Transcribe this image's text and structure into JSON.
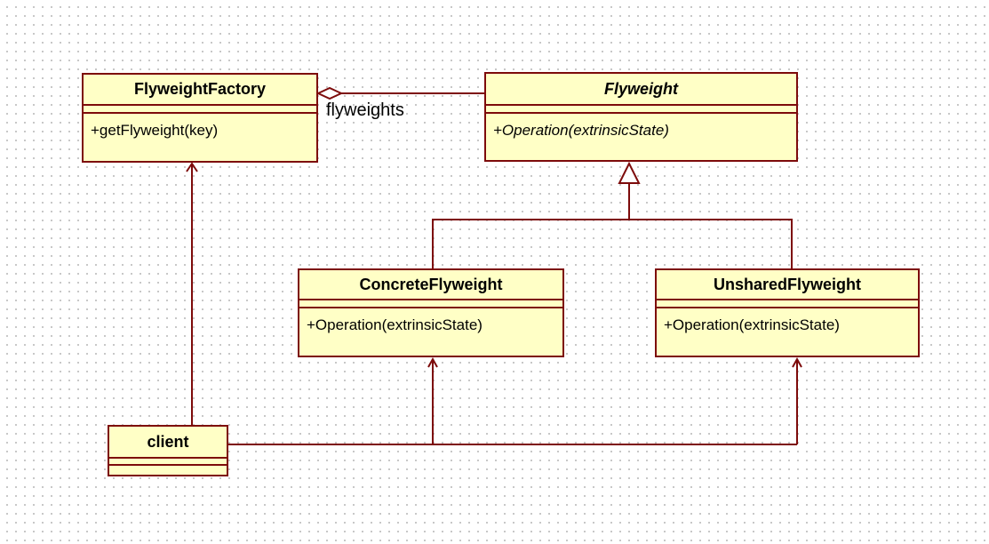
{
  "diagram": {
    "classes": [
      {
        "name": "FlyweightFactory",
        "abstract": false,
        "attributes": [],
        "operations": [
          "+getFlyweight(key)"
        ]
      },
      {
        "name": "Flyweight",
        "abstract": true,
        "attributes": [],
        "operations": [
          "+Operation(extrinsicState)"
        ]
      },
      {
        "name": "ConcreteFlyweight",
        "abstract": false,
        "attributes": [],
        "operations": [
          "+Operation(extrinsicState)"
        ]
      },
      {
        "name": "UnsharedFlyweight",
        "abstract": false,
        "attributes": [],
        "operations": [
          "+Operation(extrinsicState)"
        ]
      },
      {
        "name": "client",
        "abstract": false,
        "attributes": [],
        "operations": []
      }
    ],
    "relationships": [
      {
        "type": "aggregation",
        "from": "FlyweightFactory",
        "to": "Flyweight",
        "label": "flyweights"
      },
      {
        "type": "generalization",
        "from": "ConcreteFlyweight",
        "to": "Flyweight"
      },
      {
        "type": "generalization",
        "from": "UnsharedFlyweight",
        "to": "Flyweight"
      },
      {
        "type": "directed-association",
        "from": "client",
        "to": "FlyweightFactory"
      },
      {
        "type": "directed-association",
        "from": "client",
        "to": "ConcreteFlyweight"
      },
      {
        "type": "directed-association",
        "from": "client",
        "to": "UnsharedFlyweight"
      }
    ],
    "colors": {
      "node_fill": "#FFFFC6",
      "node_border": "#7D0B0B",
      "connector": "#7D0B0B",
      "text": "#000000",
      "grid_dot": "#C3C3C3",
      "canvas_bg": "#FFFFFF"
    }
  }
}
